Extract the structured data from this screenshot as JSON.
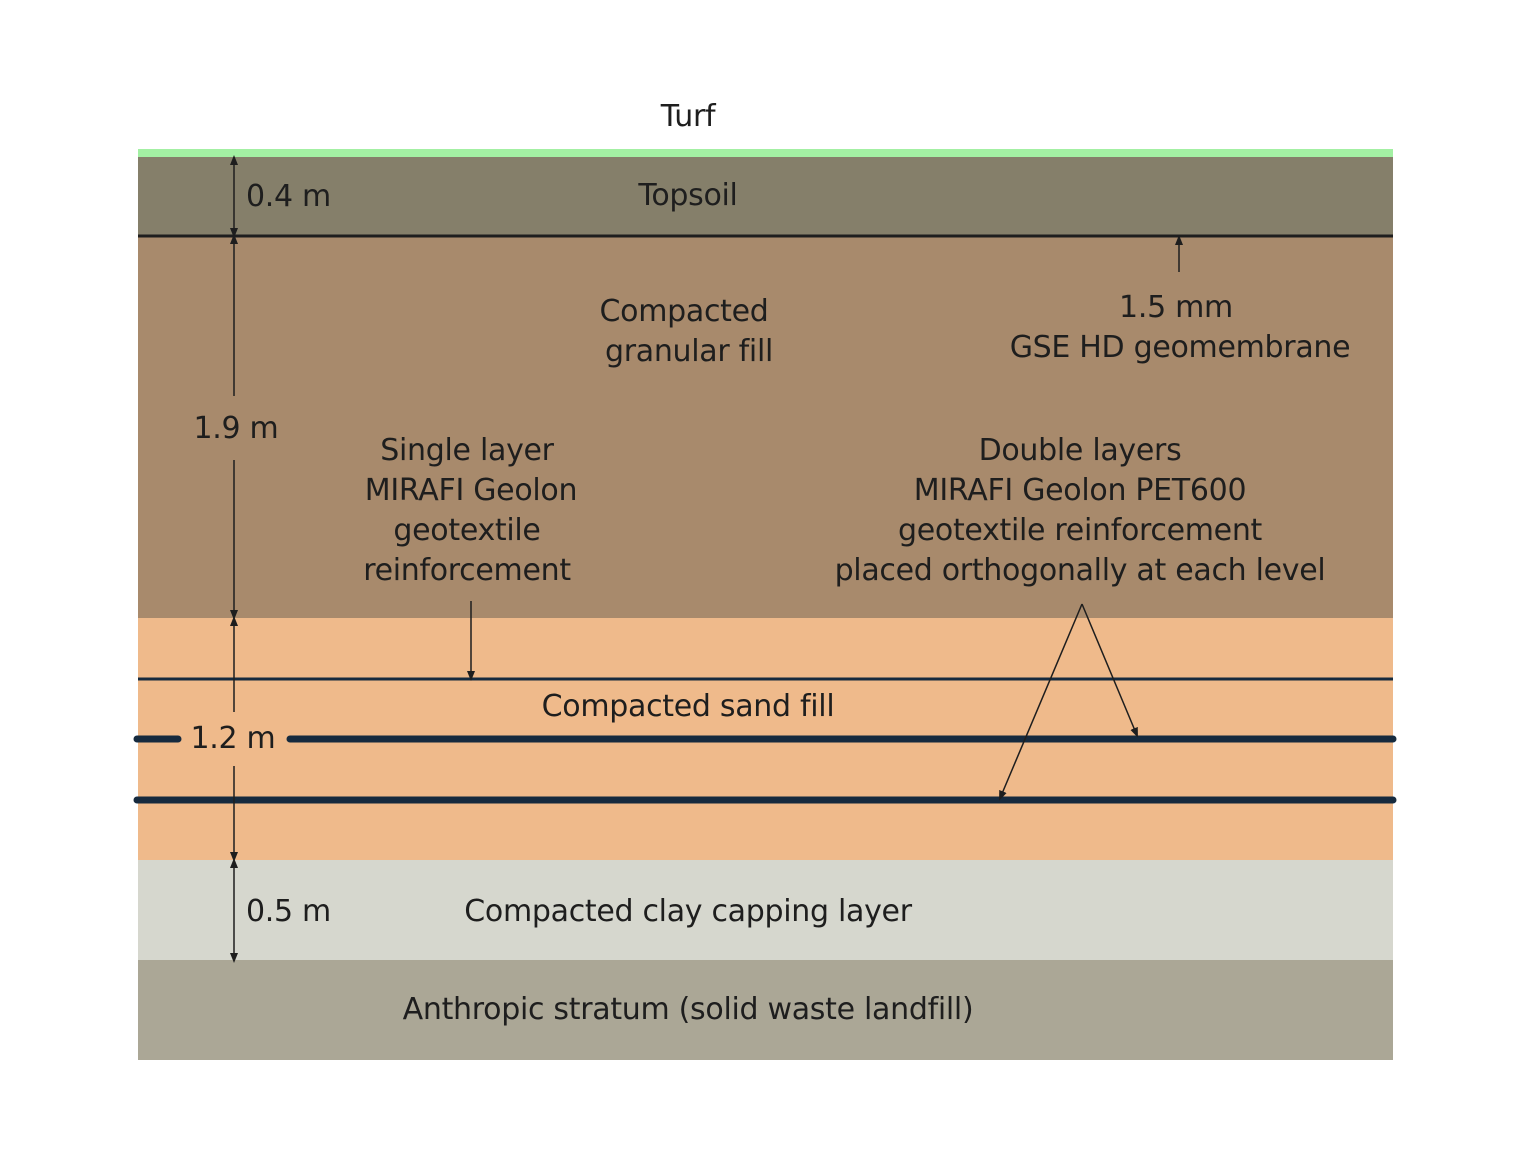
{
  "title": "Turf",
  "colors": {
    "turf": "#a3f0a3",
    "topsoil": "#857f6a",
    "granular_fill": "#a88a6c",
    "sand_fill": "#efba8b",
    "clay": "#d6d7ce",
    "anthropic": "#aba796",
    "geomembrane_line": "#1e1e1e",
    "geotextile_line": "#162a3e"
  },
  "layers": [
    {
      "name": "Topsoil",
      "thickness": "0.4 m"
    },
    {
      "name": "Compacted granular fill",
      "line1": "Compacted",
      "line2": "granular fill",
      "thickness": "1.9 m"
    },
    {
      "name": "Compacted sand fill",
      "thickness": "1.2 m"
    },
    {
      "name": "Compacted clay capping layer",
      "thickness": "0.5 m"
    },
    {
      "name": "Anthropic stratum (solid waste landfill)"
    }
  ],
  "annotations": {
    "geomembrane": {
      "line1": "1.5 mm",
      "line2": "GSE HD geomembrane"
    },
    "single_layer": {
      "line1": "Single layer",
      "line2": "MIRAFI Geolon",
      "line3": "geotextile",
      "line4": "reinforcement"
    },
    "double_layers": {
      "line1": "Double layers",
      "line2": "MIRAFI Geolon PET600",
      "line3": "geotextile reinforcement",
      "line4": "placed orthogonally at each level"
    }
  }
}
